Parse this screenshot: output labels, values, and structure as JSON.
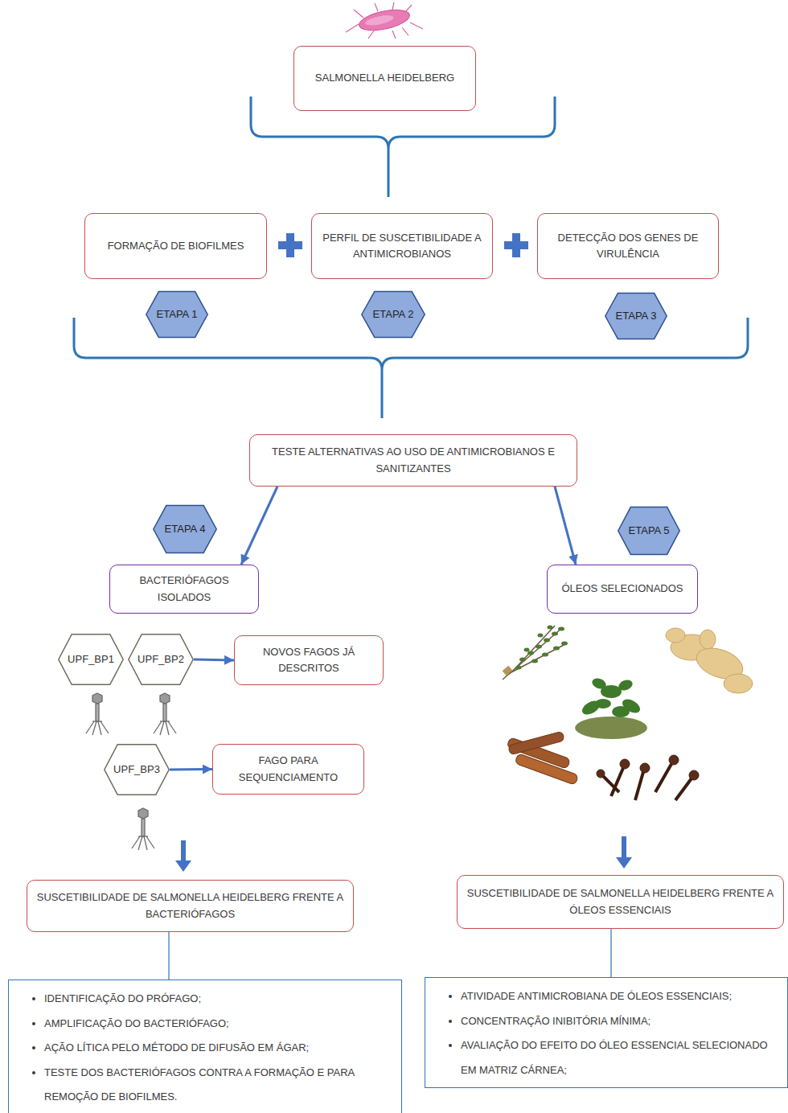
{
  "diagram": {
    "nodes": [
      {
        "text": [
          "SALMONELLA HEIDELBERG"
        ]
      },
      {
        "text": [
          "FORMAÇÃO DE BIOFILMES"
        ]
      },
      {
        "text": [
          "PERFIL DE SUSCETIBILIDADE A ANTIMICROBIANOS"
        ]
      },
      {
        "text": [
          "DETECÇÃO DOS GENES DE VIRULÊNCIA"
        ]
      },
      {
        "text": [
          "ETAPA 1"
        ]
      },
      {
        "text": [
          "ETAPA 2"
        ]
      },
      {
        "text": [
          "ETAPA 3"
        ]
      },
      {
        "text": [
          "TESTE ALTERNATIVAS AO USO DE ANTIMICROBIANOS E SANITIZANTES"
        ]
      },
      {
        "text": [
          "ETAPA 4"
        ]
      },
      {
        "text": [
          "ETAPA 5"
        ]
      },
      {
        "text": [
          "BACTERIÓFAGOS ISOLADOS"
        ]
      },
      {
        "text": [
          "ÓLEOS SELECIONADOS"
        ]
      },
      {
        "text": [
          "UPF_BP1"
        ]
      },
      {
        "text": [
          "UPF_BP2"
        ]
      },
      {
        "text": [
          "NOVOS FAGOS JÁ DESCRITOS"
        ]
      },
      {
        "text": [
          "UPF_BP3"
        ]
      },
      {
        "text": [
          "FAGO PARA SEQUENCIAMENTO"
        ]
      },
      {
        "text": [
          "SUSCETIBILIDADE DE SALMONELLA HEIDELBERG FRENTE A BACTERIÓFAGOS"
        ]
      },
      {
        "text": [
          "SUSCETIBILIDADE DE SALMONELLA HEIDELBERG FRENTE A ÓLEOS ESSENCIAIS"
        ]
      },
      {
        "text": [
          "IDENTIFICAÇÃO DO PRÓFAGO;",
          "AMPLIFICAÇÃO DO BACTERIÓFAGO;",
          "AÇÃO LÍTICA PELO MÉTODO DE DIFUSÃO EM ÁGAR;",
          "TESTE DOS BACTERIÓFAGOS CONTRA A FORMAÇÃO E PARA REMOÇÃO DE BIOFILMES."
        ]
      },
      {
        "text": [
          "ATIVIDADE ANTIMICROBIANA DE ÓLEOS ESSENCIAIS;",
          "CONCENTRAÇÃO INIBITÓRIA MÍNIMA;",
          "AVALIAÇÃO DO EFEITO DO ÓLEO ESSENCIAL SELECIONADO EM MATRIZ CÁRNEA;"
        ]
      }
    ],
    "edges": [
      {
        "from": 7,
        "to": 10,
        "arrow": "to"
      },
      {
        "from": 7,
        "to": 11,
        "arrow": "to"
      },
      {
        "from": 13,
        "to": 14,
        "arrow": "to"
      },
      {
        "from": 15,
        "to": 16,
        "arrow": "to"
      },
      {
        "from": 17,
        "to": 19,
        "arrow": "none"
      },
      {
        "from": 18,
        "to": 20,
        "arrow": "none"
      }
    ]
  }
}
